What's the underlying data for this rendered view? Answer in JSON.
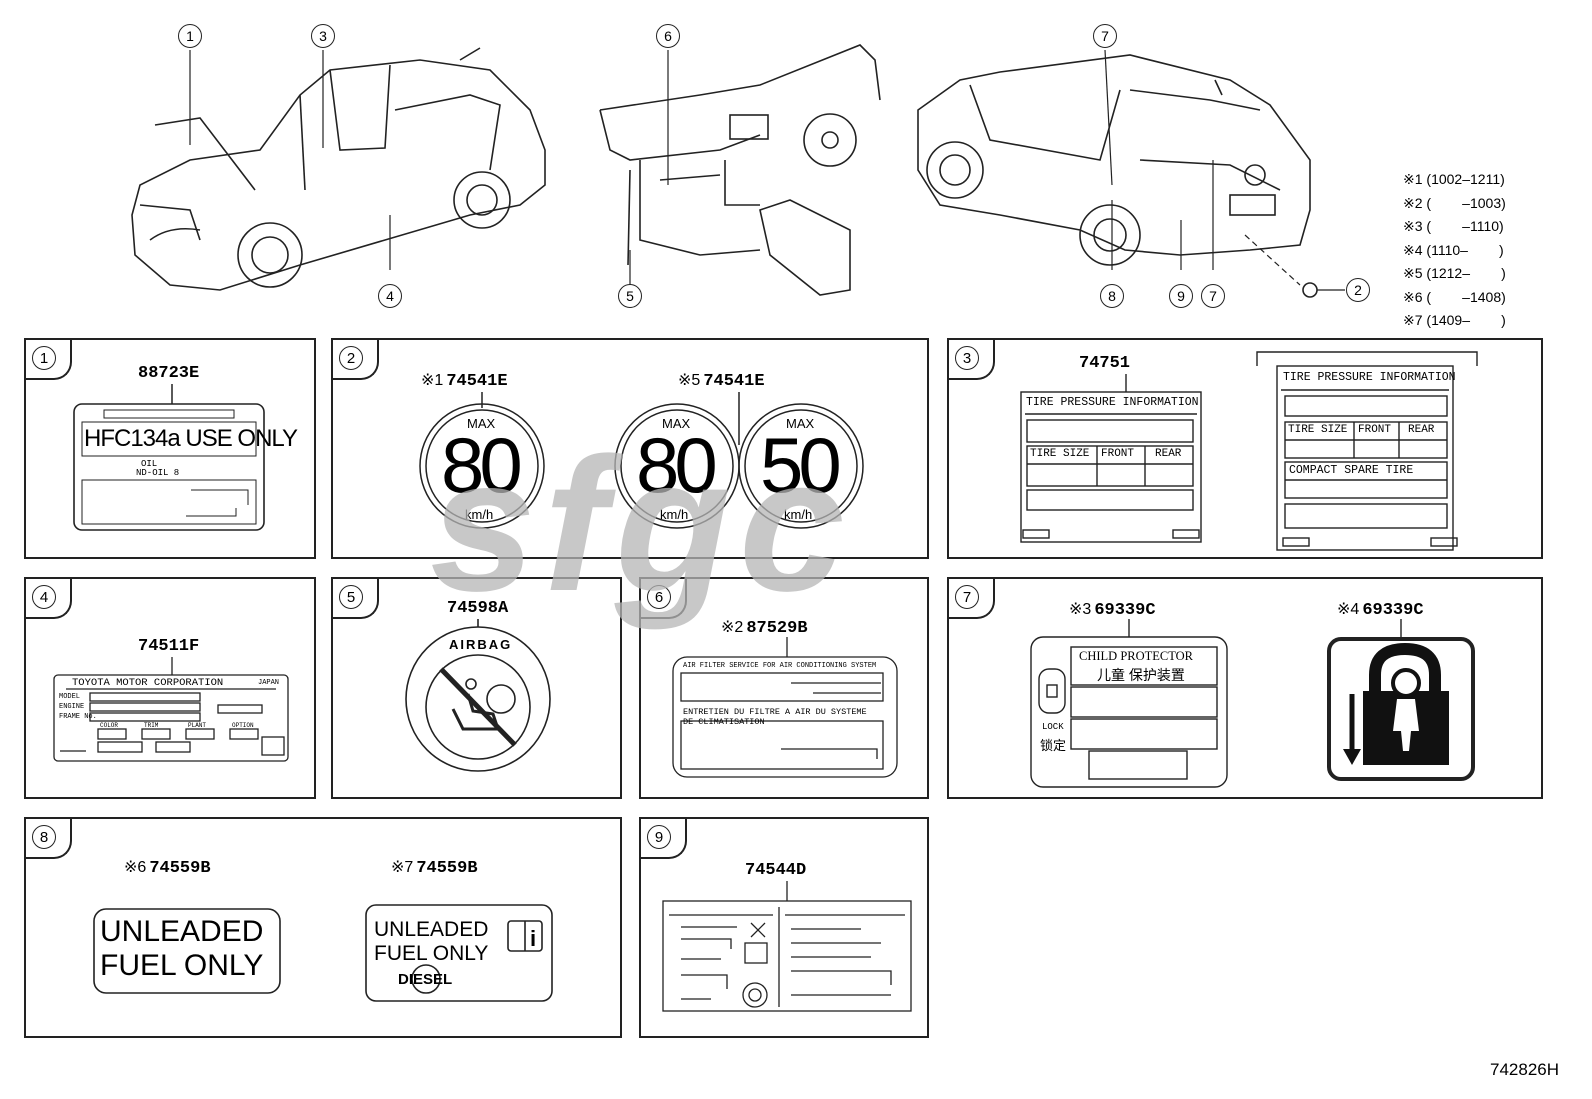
{
  "legend": [
    "※1 (1002–1211)",
    "※2 (        –1003)",
    "※3 (        –1110)",
    "※4 (1110–        )",
    "※5 (1212–        )",
    "※6 (        –1408)",
    "※7 (1409–        )"
  ],
  "callouts": [
    "1",
    "3",
    "4",
    "6",
    "5",
    "7",
    "8",
    "9",
    "7",
    "2"
  ],
  "panels": {
    "p1": {
      "num": "1",
      "part": "88723E",
      "label_main": "HFC134a USE ONLY",
      "label_sub1": "OIL",
      "label_sub2": "ND-OIL 8"
    },
    "p2": {
      "num": "2",
      "note1": "※1",
      "part1": "74541E",
      "note5": "※5",
      "part5": "74541E",
      "max": "MAX",
      "kmh": "km/h",
      "speed_a": "80",
      "speed_b": "80",
      "speed_c": "50"
    },
    "p3": {
      "num": "3",
      "part": "74751",
      "tpi": "TIRE PRESSURE INFORMATION",
      "tire_size": "TIRE SIZE",
      "front": "FRONT",
      "rear": "REAR",
      "compact": "COMPACT SPARE TIRE"
    },
    "p4": {
      "num": "4",
      "part": "74511F",
      "maker": "TOYOTA MOTOR CORPORATION",
      "japan": "JAPAN",
      "model": "MODEL",
      "engine": "ENGINE",
      "frame": "FRAME No.",
      "color": "COLOR",
      "trim": "TRIM",
      "plant": "PLANT",
      "option": "OPTION"
    },
    "p5": {
      "num": "5",
      "part": "74598A",
      "airbag": "AIRBAG"
    },
    "p6": {
      "num": "6",
      "note": "※2",
      "part": "87529B",
      "line1": "AIR FILTER SERVICE FOR AIR CONDITIONING SYSTEM",
      "line2": "ENTRETIEN DU FILTRE A AIR DU SYSTEME",
      "line3": "DE CLIMATISATION"
    },
    "p7": {
      "num": "7",
      "note3": "※3",
      "part3": "69339C",
      "note4": "※4",
      "part4": "69339C",
      "child": "CHILD PROTECTOR",
      "child_cn": "儿童 保护装置",
      "lock": "LOCK",
      "lock_cn": "锁定"
    },
    "p8": {
      "num": "8",
      "note6": "※6",
      "part6": "74559B",
      "note7": "※7",
      "part7": "74559B",
      "unleaded": "UNLEADED",
      "fuel_only": "FUEL ONLY",
      "diesel": "DIESEL"
    },
    "p9": {
      "num": "9",
      "part": "74544D"
    }
  },
  "watermark": "sfgc",
  "diagram_id": "742826H"
}
